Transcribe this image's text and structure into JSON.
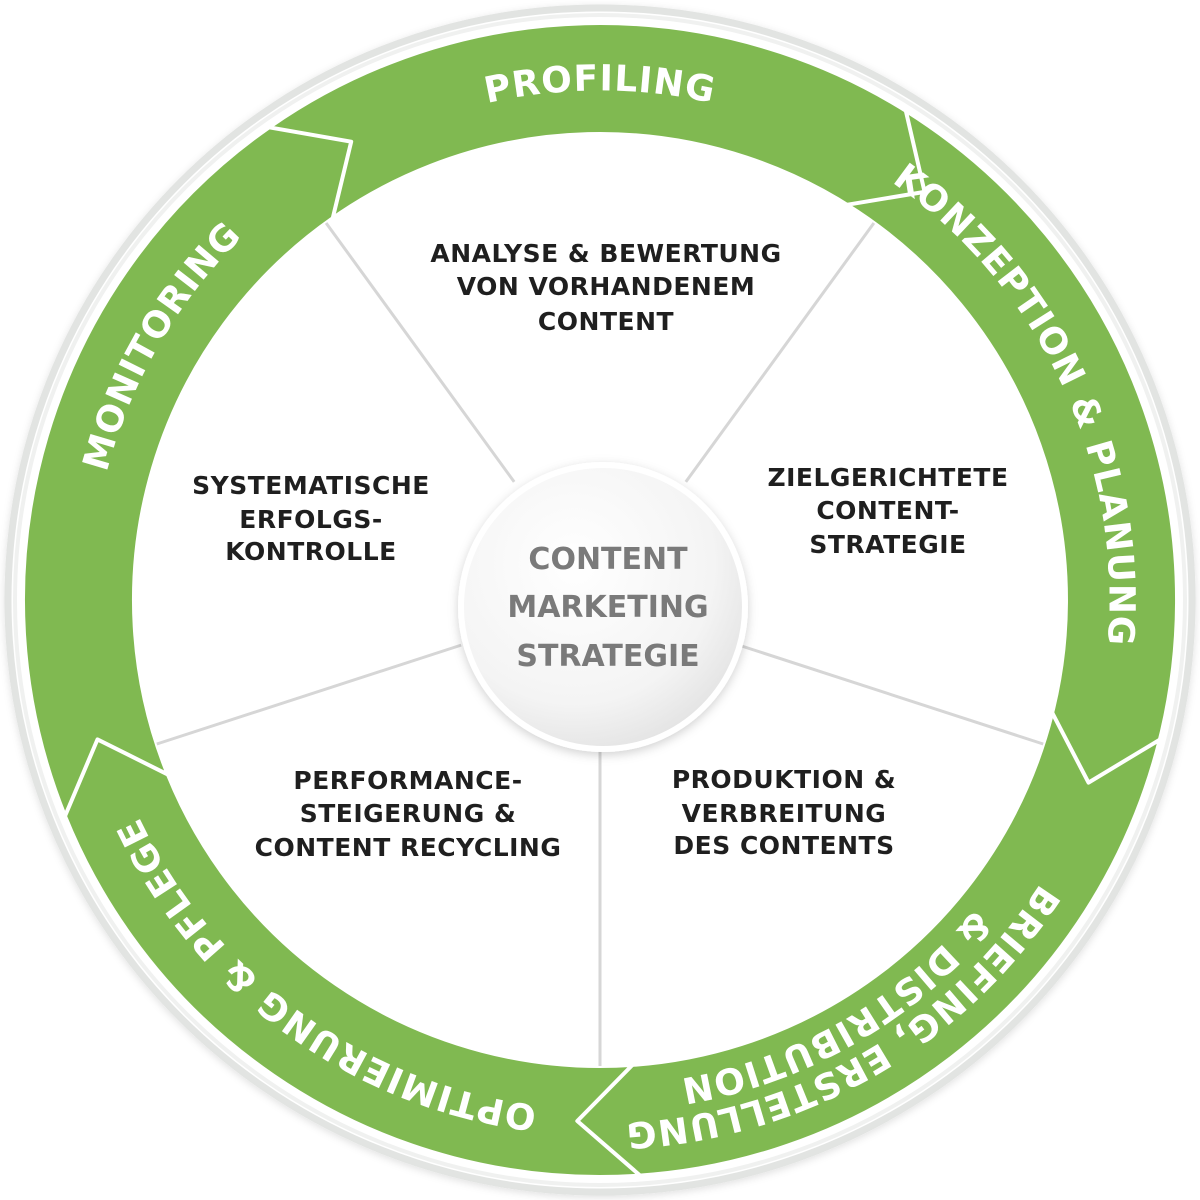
{
  "colors": {
    "ring_green": "#80b951",
    "ring_outline": "#e2e4e2",
    "divider": "#d6d6d6",
    "inner_text": "#1f1f1f",
    "center_text": "#7a7a7a",
    "ring_text": "#ffffff"
  },
  "center": {
    "lines": [
      "CONTENT",
      "MARKETING",
      "STRATEGIE"
    ]
  },
  "phases": [
    {
      "ring_label": "PROFILING",
      "inner_lines": [
        "ANALYSE & BEWERTUNG",
        "VON VORHANDENEM",
        "CONTENT"
      ]
    },
    {
      "ring_label": "KONZEPTION & PLANUNG",
      "inner_lines": [
        "ZIELGERICHTETE",
        "CONTENT-",
        "STRATEGIE"
      ]
    },
    {
      "ring_label": "BRIEFING, ERSTELLUNG & DISTRIBUTION",
      "ring_label_lines": [
        "BRIEFING, ERSTELLUNG",
        "& DISTRIBUTION"
      ],
      "inner_lines": [
        "PRODUKTION &",
        "VERBREITUNG",
        "DES CONTENTS"
      ]
    },
    {
      "ring_label": "OPTIMIERUNG & PFLEGE",
      "inner_lines": [
        "PERFORMANCE-",
        "STEIGERUNG &",
        "CONTENT RECYCLING"
      ]
    },
    {
      "ring_label": "MONITORING",
      "inner_lines": [
        "SYSTEMATISCHE",
        "ERFOLGS-",
        "KONTROLLE"
      ]
    }
  ]
}
